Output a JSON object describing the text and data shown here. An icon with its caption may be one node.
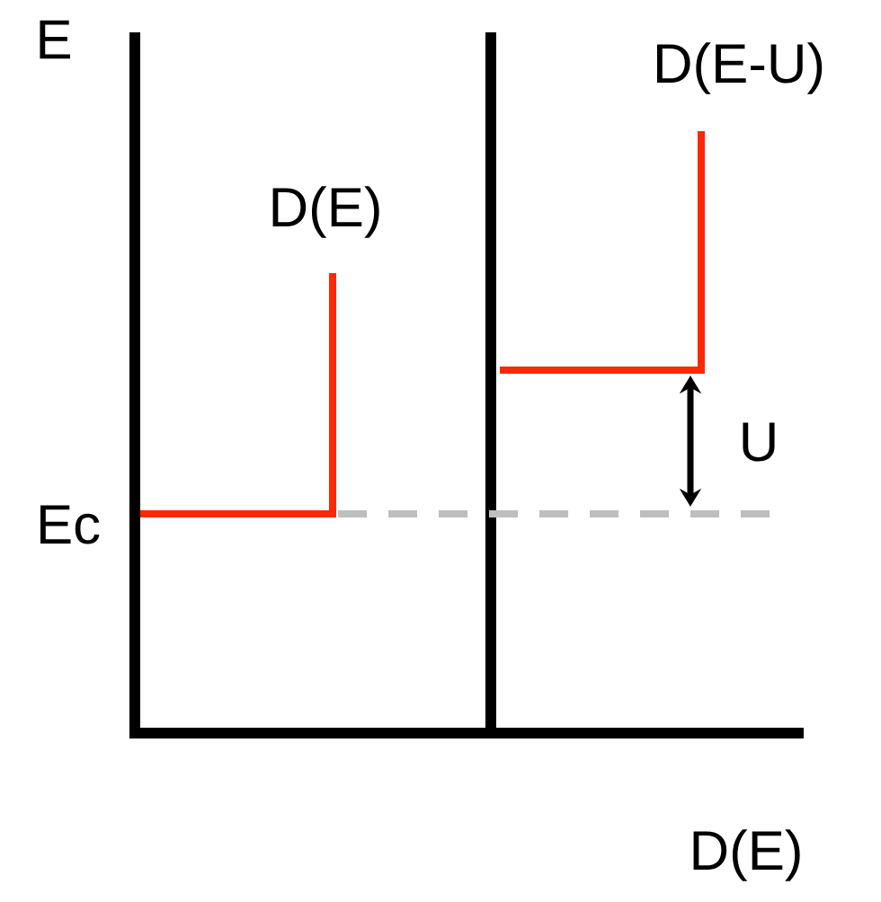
{
  "diagram": {
    "labels": [
      "E",
      "D(E-U)",
      "D(E)",
      "U",
      "Ec",
      "D(E)"
    ]
  }
}
